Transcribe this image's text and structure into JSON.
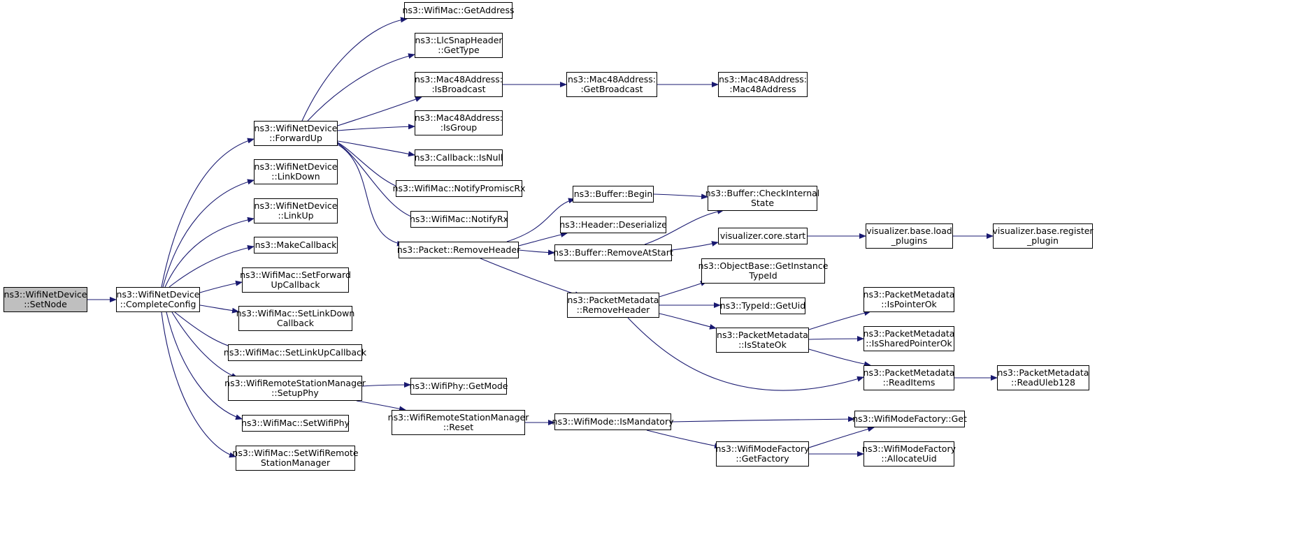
{
  "colors": {
    "edge": "#191970",
    "root_fill": "#bfbfbf",
    "node_fill": "#ffffff",
    "border": "#000000"
  },
  "nodes": {
    "setnode": [
      "ns3::WifiNetDevice",
      "::SetNode"
    ],
    "completeconfig": [
      "ns3::WifiNetDevice",
      "::CompleteConfig"
    ],
    "forwardup": [
      "ns3::WifiNetDevice",
      "::ForwardUp"
    ],
    "linkdown": [
      "ns3::WifiNetDevice",
      "::LinkDown"
    ],
    "linkup": [
      "ns3::WifiNetDevice",
      "::LinkUp"
    ],
    "makecallback": [
      "ns3::MakeCallback"
    ],
    "setforwardupcallback": [
      "ns3::WifiMac::SetForward",
      "UpCallback"
    ],
    "setlinkdowncallback": [
      "ns3::WifiMac::SetLinkDown",
      "Callback"
    ],
    "setlinkupcallback": [
      "ns3::WifiMac::SetLinkUpCallback"
    ],
    "setupphy": [
      "ns3::WifiRemoteStationManager",
      "::SetupPhy"
    ],
    "setwifiphy": [
      "ns3::WifiMac::SetWifiPhy"
    ],
    "setwifiremote": [
      "ns3::WifiMac::SetWifiRemote",
      "StationManager"
    ],
    "getaddress": [
      "ns3::WifiMac::GetAddress"
    ],
    "gettype": [
      "ns3::LlcSnapHeader",
      "::GetType"
    ],
    "isbroadcast": [
      "ns3::Mac48Address:",
      ":IsBroadcast"
    ],
    "getbroadcast": [
      "ns3::Mac48Address:",
      ":GetBroadcast"
    ],
    "mac48address": [
      "ns3::Mac48Address:",
      ":Mac48Address"
    ],
    "isgroup": [
      "ns3::Mac48Address:",
      ":IsGroup"
    ],
    "isnull": [
      "ns3::Callback::IsNull"
    ],
    "notifypromiscrx": [
      "ns3::WifiMac::NotifyPromiscRx"
    ],
    "notifyrx": [
      "ns3::WifiMac::NotifyRx"
    ],
    "packetremoveheader": [
      "ns3::Packet::RemoveHeader"
    ],
    "bufferbegin": [
      "ns3::Buffer::Begin"
    ],
    "headerdeserialize": [
      "ns3::Header::Deserialize"
    ],
    "bufferremoveatstart": [
      "ns3::Buffer::RemoveAtStart"
    ],
    "checkinternalstate": [
      "ns3::Buffer::CheckInternal",
      "State"
    ],
    "vizcorestart": [
      "visualizer.core.start"
    ],
    "vizloadplugins": [
      "visualizer.base.load",
      "_plugins"
    ],
    "vizregisterplugin": [
      "visualizer.base.register",
      "_plugin"
    ],
    "pmremoveheader": [
      "ns3::PacketMetadata",
      "::RemoveHeader"
    ],
    "getinstancetypeid": [
      "ns3::ObjectBase::GetInstance",
      "TypeId"
    ],
    "typeidgetuid": [
      "ns3::TypeId::GetUid"
    ],
    "isstateok": [
      "ns3::PacketMetadata",
      "::IsStateOk"
    ],
    "ispointerok": [
      "ns3::PacketMetadata",
      "::IsPointerOk"
    ],
    "issharedpointerok": [
      "ns3::PacketMetadata",
      "::IsSharedPointerOk"
    ],
    "readitems": [
      "ns3::PacketMetadata",
      "::ReadItems"
    ],
    "readuleb128": [
      "ns3::PacketMetadata",
      "::ReadUleb128"
    ],
    "getmode": [
      "ns3::WifiPhy::GetMode"
    ],
    "managerreset": [
      "ns3::WifiRemoteStationManager",
      "::Reset"
    ],
    "ismandatory": [
      "ns3::WifiMode::IsMandatory"
    ],
    "modefactoryget": [
      "ns3::WifiModeFactory::Get"
    ],
    "getfactory": [
      "ns3::WifiModeFactory",
      "::GetFactory"
    ],
    "allocateuid": [
      "ns3::WifiModeFactory",
      "::AllocateUid"
    ]
  }
}
